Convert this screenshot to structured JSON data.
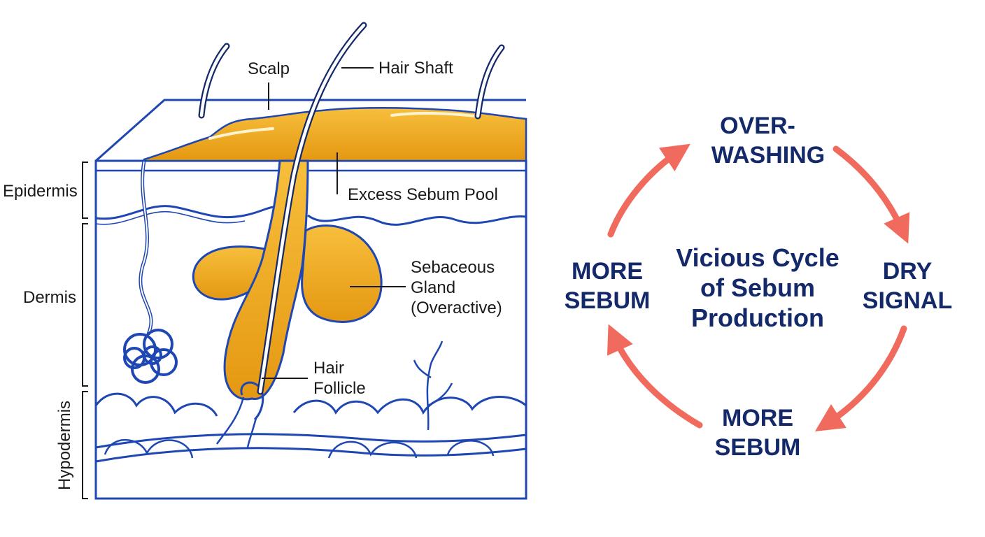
{
  "diagram": {
    "labels": {
      "scalp": "Scalp",
      "hair_shaft": "Hair Shaft",
      "excess_sebum_pool": "Excess Sebum Pool",
      "sebaceous_gland": [
        "Sebaceous",
        "Gland",
        "(Overactive)"
      ],
      "hair_follicle": [
        "Hair",
        "Follicle"
      ]
    },
    "layers": {
      "epidermis": "Epidermis",
      "dermis": "Dermis",
      "hypodermis": "Hypodermis"
    },
    "cycle": {
      "center": [
        "Vicious Cycle",
        "of Sebum",
        "Production"
      ],
      "top": [
        "OVER-",
        "WASHING"
      ],
      "right": [
        "DRY",
        "SIGNAL"
      ],
      "bottom": [
        "MORE",
        "SEBUM"
      ],
      "left": [
        "MORE",
        "SEBUM"
      ]
    },
    "colors": {
      "outline": "#1f47b3",
      "sebum": "#f0a81e",
      "arrow": "#f06b5e",
      "text": "#14296a"
    }
  }
}
